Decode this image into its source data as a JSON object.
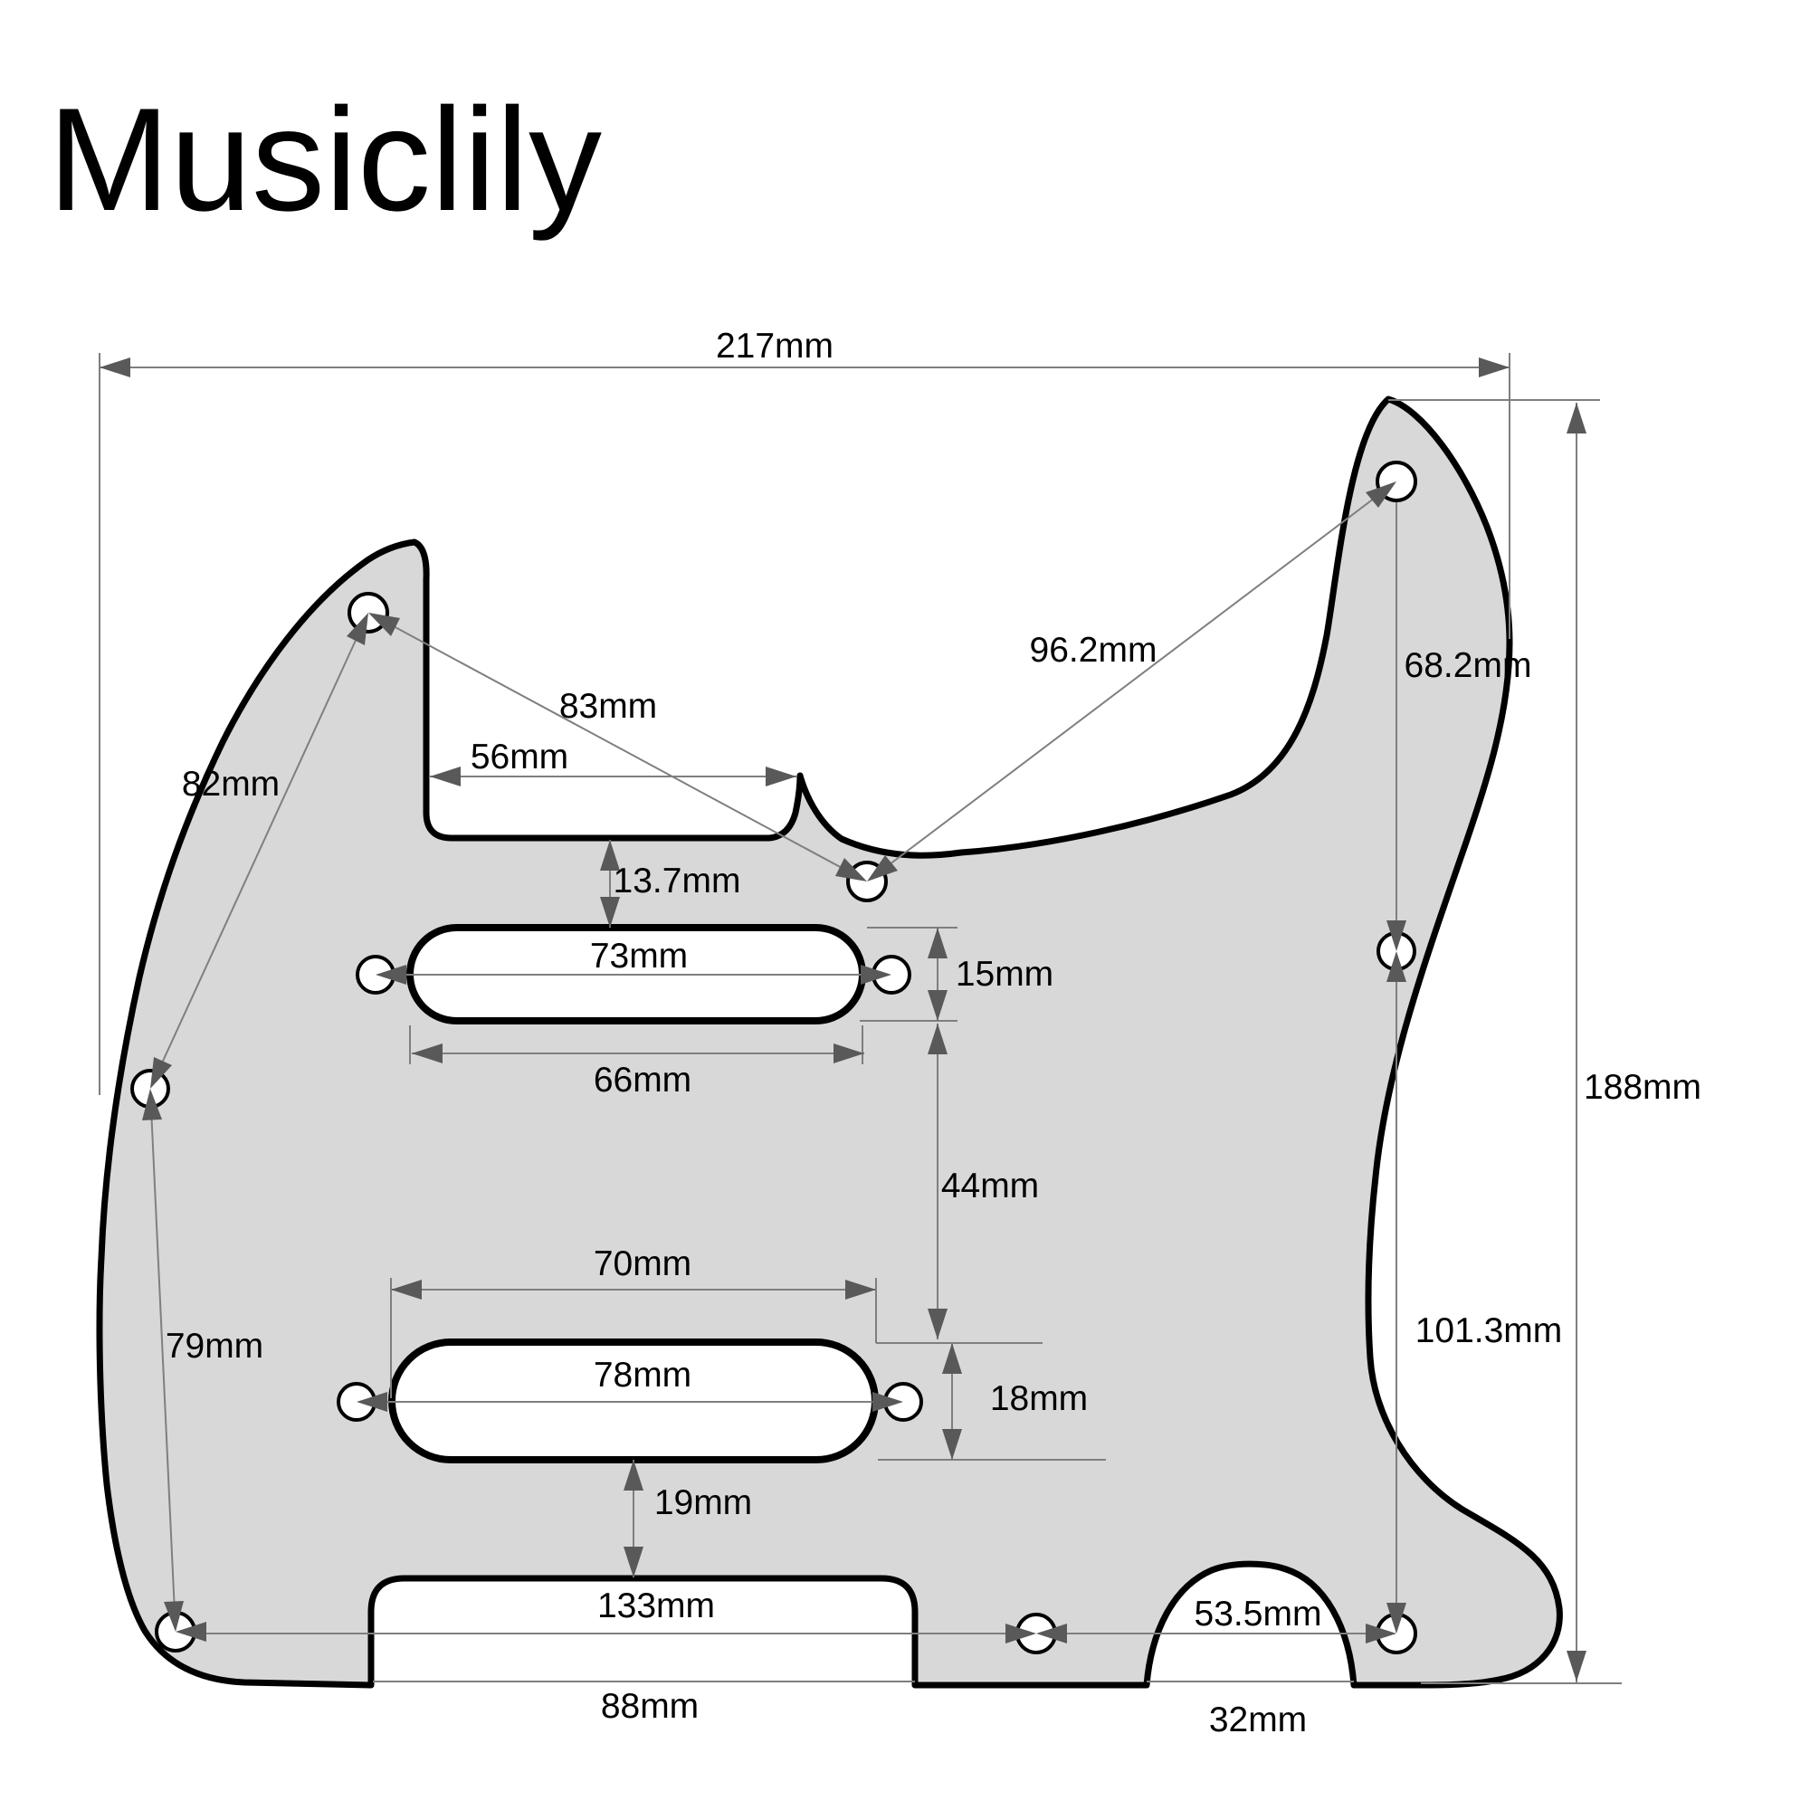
{
  "title": "Musiclily",
  "colors": {
    "background": "#ffffff",
    "pickguard_fill": "#d8d8d8",
    "outline": "#000000",
    "dimension_line": "#7f7f7f",
    "arrowhead": "#595959",
    "label_text": "#000000"
  },
  "dimensions": {
    "width_total": "217mm",
    "height_total": "188mm",
    "screw_diag_right": "96.2mm",
    "screw_vert_upper_right": "68.2mm",
    "screw_diag_left": "83mm",
    "neck_pocket_width": "56mm",
    "screw_diag_upper_left": "82mm",
    "pocket_to_pickup_gap": "13.7mm",
    "neck_pickup_screw_span": "73mm",
    "neck_pickup_height": "15mm",
    "neck_pickup_width": "66mm",
    "pickup_gap": "44mm",
    "bridge_pickup_outer_width": "70mm",
    "bridge_pickup_screw_span": "78mm",
    "bridge_pickup_height": "18mm",
    "screw_vert_lower_left": "79mm",
    "pickup_to_notch_gap": "19mm",
    "bottom_screw_span_left": "133mm",
    "screw_vert_lower_right": "101.3mm",
    "bottom_screw_span_right": "53.5mm",
    "bottom_notch_width": "88mm",
    "bottom_arch_width": "32mm"
  }
}
